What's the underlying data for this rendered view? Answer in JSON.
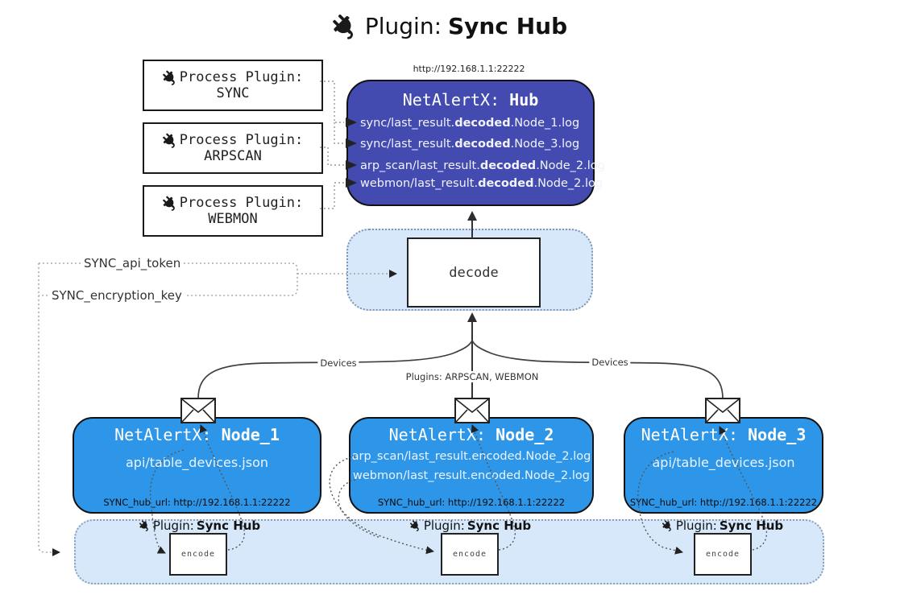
{
  "title": {
    "prefix": "Plugin:",
    "name": "Sync Hub"
  },
  "process_plugins": [
    {
      "label": "Process Plugin:",
      "name": "SYNC"
    },
    {
      "label": "Process Plugin:",
      "name": "ARPSCAN"
    },
    {
      "label": "Process Plugin:",
      "name": "WEBMON"
    }
  ],
  "hub": {
    "url": "http://192.168.1.1:22222",
    "title_prefix": "NetAlertX:",
    "title_name": "Hub",
    "entries": [
      {
        "pre": "sync/last_result.",
        "bold": "decoded",
        "post": ".Node_1.log"
      },
      {
        "pre": "sync/last_result.",
        "bold": "decoded",
        "post": ".Node_3.log"
      },
      {
        "pre": "arp_scan/last_result.",
        "bold": "decoded",
        "post": ".Node_2.log"
      },
      {
        "pre": "webmon/last_result.",
        "bold": "decoded",
        "post": ".Node_2.log"
      }
    ]
  },
  "decode": {
    "label": "decode"
  },
  "config": {
    "api_token": "SYNC_api_token",
    "encryption_key": "SYNC_encryption_key"
  },
  "edges": {
    "devices_left": "Devices",
    "plugins_center": "Plugins: ARPSCAN, WEBMON",
    "devices_right": "Devices"
  },
  "nodes": [
    {
      "title_prefix": "NetAlertX:",
      "title_name": "Node_1",
      "lines": [
        "api/table_devices.json"
      ],
      "footer": "SYNC_hub_url: http://192.168.1.1:22222"
    },
    {
      "title_prefix": "NetAlertX:",
      "title_name": "Node_2",
      "lines": [
        "arp_scan/last_result.encoded.Node_2.log",
        "webmon/last_result.encoded.Node_2.log"
      ],
      "footer": "SYNC_hub_url: http://192.168.1.1:22222"
    },
    {
      "title_prefix": "NetAlertX:",
      "title_name": "Node_3",
      "lines": [
        "api/table_devices.json"
      ],
      "footer": "SYNC_hub_url: http://192.168.1.1:22222"
    }
  ],
  "encoders": [
    {
      "label_prefix": "Plugin:",
      "label_name": "Sync Hub",
      "box_label": "encode"
    },
    {
      "label_prefix": "Plugin:",
      "label_name": "Sync Hub",
      "box_label": "encode"
    },
    {
      "label_prefix": "Plugin:",
      "label_name": "Sync Hub",
      "box_label": "encode"
    }
  ],
  "colors": {
    "hub_fill": "#434bb0",
    "node_fill": "#2d96e8",
    "panel_fill": "#d6e8fa",
    "box_border": "#111111",
    "light_text": "#ffffff"
  }
}
